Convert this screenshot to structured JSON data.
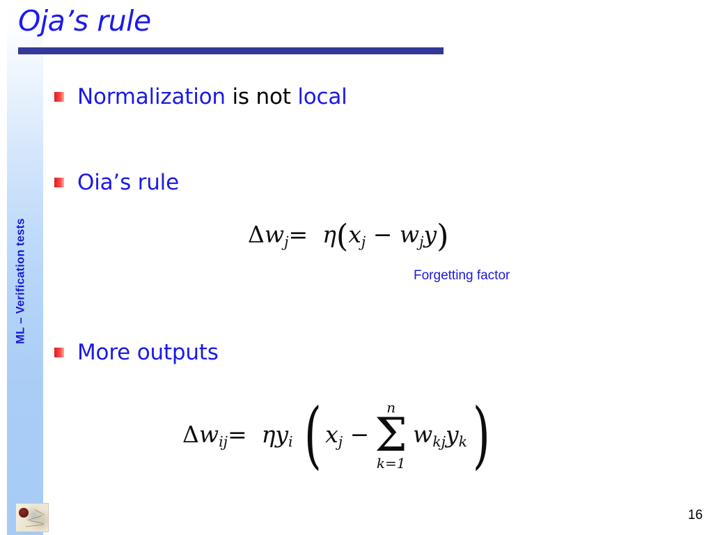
{
  "slide": {
    "title": "Oja’s rule",
    "page_number": "16",
    "accent_rule_color": "#333899",
    "title_color": "#1a1af0",
    "bullet_text_color": "#1a1ae8",
    "bullet_marker_color": "#ff4a4a"
  },
  "sidebar": {
    "label": "ML – Verification tests",
    "label_color": "#1a1ad0",
    "gradient_from": "#ffffff",
    "gradient_to": "#a6cbf6",
    "thumbnail_name": "sketch-thumbnail"
  },
  "bullets": [
    {
      "marker": "red-gradient-square",
      "segments": [
        {
          "text": "Normalization",
          "color": "#1a1ae8"
        },
        {
          "text": " is not ",
          "color": "#000000"
        },
        {
          "text": "local",
          "color": "#1a1ae8"
        }
      ]
    },
    {
      "marker": "red-gradient-square",
      "segments": [
        {
          "text": "Oia’s rule",
          "color": "#1a1ae8"
        }
      ]
    },
    {
      "marker": "red-gradient-square",
      "segments": [
        {
          "text": "More outputs",
          "color": "#1a1ae8"
        }
      ]
    }
  ],
  "formulas": {
    "oja_single": {
      "plain": "Δw_j = η (x_j − w_j y)",
      "delta": "Δ",
      "w": "w",
      "sub_j": "j",
      "equals": "=",
      "eta": "η",
      "paren_open": "(",
      "x": "x",
      "minus": "−",
      "y": "y",
      "paren_close": ")"
    },
    "forgetting_note": "Forgetting factor",
    "oja_multi": {
      "plain": "Δw_ij = η y_i ( x_j − Σ_{k=1}^{n} w_kj y_k )",
      "delta": "Δ",
      "w": "w",
      "sub_ij": "ij",
      "equals": "=",
      "eta": "η",
      "y": "y",
      "sub_i": "i",
      "paren_open": "(",
      "x": "x",
      "sub_j": "j",
      "minus": "−",
      "sigma": "Σ",
      "sum_upper": "n",
      "sum_lower": "k=1",
      "w_term": "w",
      "sub_kj": "kj",
      "y_term": "y",
      "sub_k": "k",
      "paren_close": ")"
    }
  }
}
